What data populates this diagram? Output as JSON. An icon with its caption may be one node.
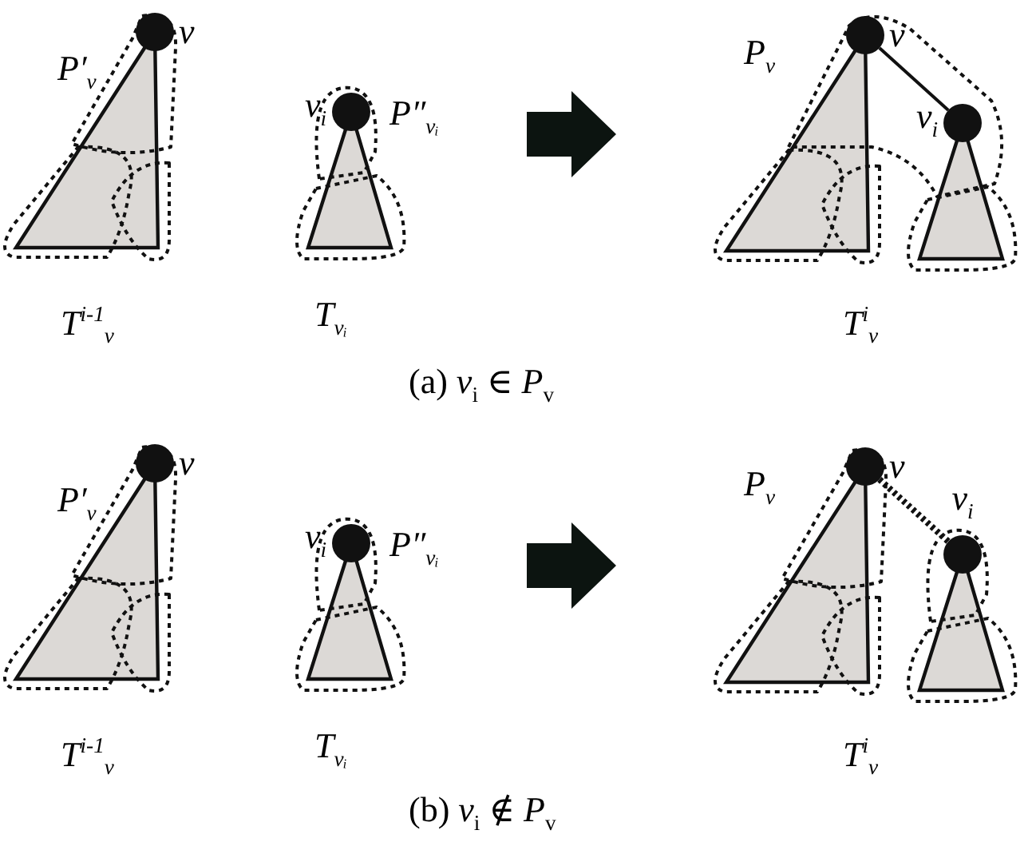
{
  "diagram": {
    "nodes": [
      {
        "text": [],
        "shape": "circle",
        "beside": [
          "v"
        ]
      },
      {
        "text": [],
        "shape": "circle",
        "beside": [
          "v$_{i}$"
        ]
      },
      {
        "text": [],
        "shape": "circle",
        "beside": [
          "v"
        ]
      },
      {
        "text": [],
        "shape": "circle",
        "beside": [
          "v$_{i}$"
        ]
      },
      {
        "text": [],
        "shape": "circle",
        "beside": [
          "v"
        ]
      },
      {
        "text": [],
        "shape": "circle",
        "beside": [
          "v$_{i}$"
        ]
      },
      {
        "text": [],
        "shape": "circle",
        "beside": [
          "v"
        ]
      },
      {
        "text": [],
        "shape": "circle",
        "beside": [
          "v$_{i}$"
        ]
      }
    ],
    "edges": [
      {
        "from": 2,
        "to": 3,
        "arrow": "none"
      },
      {
        "from": 6,
        "to": 7,
        "arrow": "none",
        "style": "dashed"
      }
    ],
    "labels": [
      "P′$_{v}$",
      "P″$_{vᵢ}$",
      "P$_{v}$",
      "T$^{i-1}$$_{v}$",
      "T$_{vᵢ}$",
      "T$^{i}$$_{v}$",
      "(a) *v*$_{i}$ ∈ *P*$_{v}$",
      "P′$_{v}$",
      "P″$_{vᵢ}$",
      "P$_{v}$",
      "T$^{i-1}$$_{v}$",
      "T$_{vᵢ}$",
      "T$^{i}$$_{v}$",
      "(b) *v*$_{i}$ ∉ *P*$_{v}$"
    ]
  }
}
